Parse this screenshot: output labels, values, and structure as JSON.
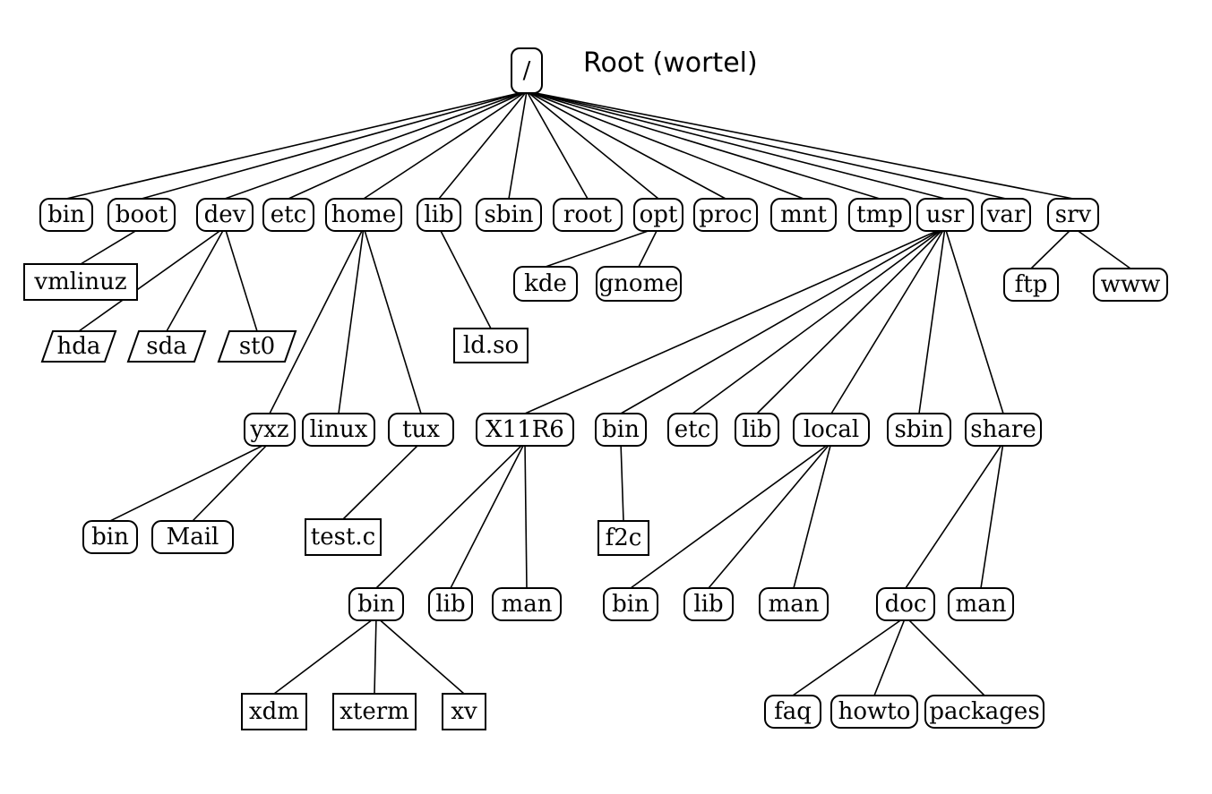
{
  "title": "Root (wortel)",
  "colors": {
    "stroke": "#000000",
    "background": "#ffffff"
  },
  "nodes": [
    {
      "id": "root",
      "label": "/",
      "shape": "round"
    },
    {
      "id": "bin",
      "label": "bin",
      "shape": "round"
    },
    {
      "id": "boot",
      "label": "boot",
      "shape": "round"
    },
    {
      "id": "dev",
      "label": "dev",
      "shape": "round"
    },
    {
      "id": "etc",
      "label": "etc",
      "shape": "round"
    },
    {
      "id": "home",
      "label": "home",
      "shape": "round"
    },
    {
      "id": "lib",
      "label": "lib",
      "shape": "round"
    },
    {
      "id": "sbin",
      "label": "sbin",
      "shape": "round"
    },
    {
      "id": "rootdir",
      "label": "root",
      "shape": "round"
    },
    {
      "id": "opt",
      "label": "opt",
      "shape": "round"
    },
    {
      "id": "proc",
      "label": "proc",
      "shape": "round"
    },
    {
      "id": "mnt",
      "label": "mnt",
      "shape": "round"
    },
    {
      "id": "tmp",
      "label": "tmp",
      "shape": "round"
    },
    {
      "id": "usr",
      "label": "usr",
      "shape": "round"
    },
    {
      "id": "var",
      "label": "var",
      "shape": "round"
    },
    {
      "id": "srv",
      "label": "srv",
      "shape": "round"
    },
    {
      "id": "vmlinuz",
      "label": "vmlinuz",
      "shape": "rect"
    },
    {
      "id": "hda",
      "label": "hda",
      "shape": "para"
    },
    {
      "id": "sda",
      "label": "sda",
      "shape": "para"
    },
    {
      "id": "st0",
      "label": "st0",
      "shape": "para"
    },
    {
      "id": "ldso",
      "label": "ld.so",
      "shape": "rect"
    },
    {
      "id": "kde",
      "label": "kde",
      "shape": "round"
    },
    {
      "id": "gnome",
      "label": "gnome",
      "shape": "round"
    },
    {
      "id": "ftp",
      "label": "ftp",
      "shape": "round"
    },
    {
      "id": "www",
      "label": "www",
      "shape": "round"
    },
    {
      "id": "yxz",
      "label": "yxz",
      "shape": "round"
    },
    {
      "id": "linux",
      "label": "linux",
      "shape": "round"
    },
    {
      "id": "tux",
      "label": "tux",
      "shape": "round"
    },
    {
      "id": "x11r6",
      "label": "X11R6",
      "shape": "round"
    },
    {
      "id": "ubin",
      "label": "bin",
      "shape": "round"
    },
    {
      "id": "uetc",
      "label": "etc",
      "shape": "round"
    },
    {
      "id": "ulib",
      "label": "lib",
      "shape": "round"
    },
    {
      "id": "local",
      "label": "local",
      "shape": "round"
    },
    {
      "id": "usbin",
      "label": "sbin",
      "shape": "round"
    },
    {
      "id": "share",
      "label": "share",
      "shape": "round"
    },
    {
      "id": "ybin",
      "label": "bin",
      "shape": "round"
    },
    {
      "id": "mail",
      "label": "Mail",
      "shape": "round"
    },
    {
      "id": "testc",
      "label": "test.c",
      "shape": "rect"
    },
    {
      "id": "f2c",
      "label": "f2c",
      "shape": "rect"
    },
    {
      "id": "xbin",
      "label": "bin",
      "shape": "round"
    },
    {
      "id": "xlib",
      "label": "lib",
      "shape": "round"
    },
    {
      "id": "xman",
      "label": "man",
      "shape": "round"
    },
    {
      "id": "lbin",
      "label": "bin",
      "shape": "round"
    },
    {
      "id": "llib",
      "label": "lib",
      "shape": "round"
    },
    {
      "id": "lman",
      "label": "man",
      "shape": "round"
    },
    {
      "id": "doc",
      "label": "doc",
      "shape": "round"
    },
    {
      "id": "sman",
      "label": "man",
      "shape": "round"
    },
    {
      "id": "xdm",
      "label": "xdm",
      "shape": "rect"
    },
    {
      "id": "xterm",
      "label": "xterm",
      "shape": "rect"
    },
    {
      "id": "xv",
      "label": "xv",
      "shape": "rect"
    },
    {
      "id": "faq",
      "label": "faq",
      "shape": "round"
    },
    {
      "id": "howto",
      "label": "howto",
      "shape": "round"
    },
    {
      "id": "packages",
      "label": "packages",
      "shape": "round"
    }
  ],
  "edges": [
    [
      "root",
      "bin"
    ],
    [
      "root",
      "boot"
    ],
    [
      "root",
      "dev"
    ],
    [
      "root",
      "etc"
    ],
    [
      "root",
      "home"
    ],
    [
      "root",
      "lib"
    ],
    [
      "root",
      "sbin"
    ],
    [
      "root",
      "rootdir"
    ],
    [
      "root",
      "opt"
    ],
    [
      "root",
      "proc"
    ],
    [
      "root",
      "mnt"
    ],
    [
      "root",
      "tmp"
    ],
    [
      "root",
      "usr"
    ],
    [
      "root",
      "var"
    ],
    [
      "root",
      "srv"
    ],
    [
      "boot",
      "vmlinuz"
    ],
    [
      "dev",
      "hda"
    ],
    [
      "dev",
      "sda"
    ],
    [
      "dev",
      "st0"
    ],
    [
      "home",
      "yxz"
    ],
    [
      "home",
      "linux"
    ],
    [
      "home",
      "tux"
    ],
    [
      "lib",
      "ldso"
    ],
    [
      "opt",
      "kde"
    ],
    [
      "opt",
      "gnome"
    ],
    [
      "srv",
      "ftp"
    ],
    [
      "srv",
      "www"
    ],
    [
      "usr",
      "x11r6"
    ],
    [
      "usr",
      "ubin"
    ],
    [
      "usr",
      "uetc"
    ],
    [
      "usr",
      "ulib"
    ],
    [
      "usr",
      "local"
    ],
    [
      "usr",
      "usbin"
    ],
    [
      "usr",
      "share"
    ],
    [
      "yxz",
      "ybin"
    ],
    [
      "yxz",
      "mail"
    ],
    [
      "tux",
      "testc"
    ],
    [
      "ubin",
      "f2c"
    ],
    [
      "x11r6",
      "xbin"
    ],
    [
      "x11r6",
      "xlib"
    ],
    [
      "x11r6",
      "xman"
    ],
    [
      "local",
      "lbin"
    ],
    [
      "local",
      "llib"
    ],
    [
      "local",
      "lman"
    ],
    [
      "share",
      "doc"
    ],
    [
      "share",
      "sman"
    ],
    [
      "xbin",
      "xdm"
    ],
    [
      "xbin",
      "xterm"
    ],
    [
      "xbin",
      "xv"
    ],
    [
      "doc",
      "faq"
    ],
    [
      "doc",
      "howto"
    ],
    [
      "doc",
      "packages"
    ]
  ]
}
